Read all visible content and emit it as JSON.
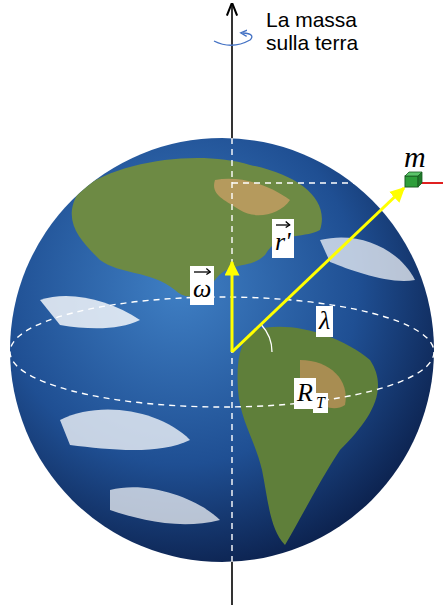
{
  "diagram": {
    "labels": [
      "La massa sulla terra",
      "m",
      "ω",
      "r'",
      "λ",
      "R",
      "T"
    ]
  }
}
